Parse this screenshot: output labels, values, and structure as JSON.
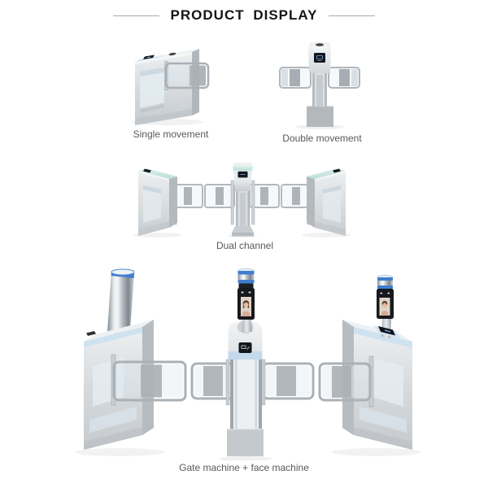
{
  "header": {
    "title": "PRODUCT DISPLAY"
  },
  "figures": [
    {
      "caption": "Single movement"
    },
    {
      "caption": "Double movement"
    },
    {
      "caption": "Dual channel"
    },
    {
      "caption": "Gate machine + face machine"
    }
  ],
  "colors": {
    "accent_blue_band": "#3f7ecf",
    "panel_blue": "#c9dcee",
    "teal_top": "#c9e8e1",
    "metal_silver": "#d6dadd",
    "glass_gray_panel": "#a9aeb3",
    "reader_black": "#15181c",
    "caption_text": "#595959",
    "title_text": "#151515",
    "divider_line": "#a9a9a9"
  }
}
